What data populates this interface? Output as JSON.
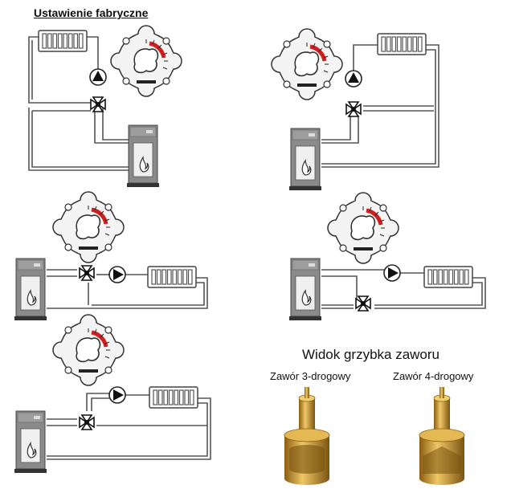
{
  "title": "Ustawienie fabryczne",
  "view_title": "Widok grzybka zaworu",
  "valve_3way_label": "Zawór 3-drogowy",
  "valve_4way_label": "Zawór 4-drogowy",
  "colors": {
    "pipe": "#555555",
    "boiler": "#8a8a8a",
    "scale_red": "#cc1f1f",
    "brass": "#c8962a"
  },
  "icons": [
    "radiator-icon",
    "pump-icon",
    "boiler-icon",
    "mixing-valve-icon",
    "valve-dial-icon",
    "valve-plug-icon"
  ]
}
